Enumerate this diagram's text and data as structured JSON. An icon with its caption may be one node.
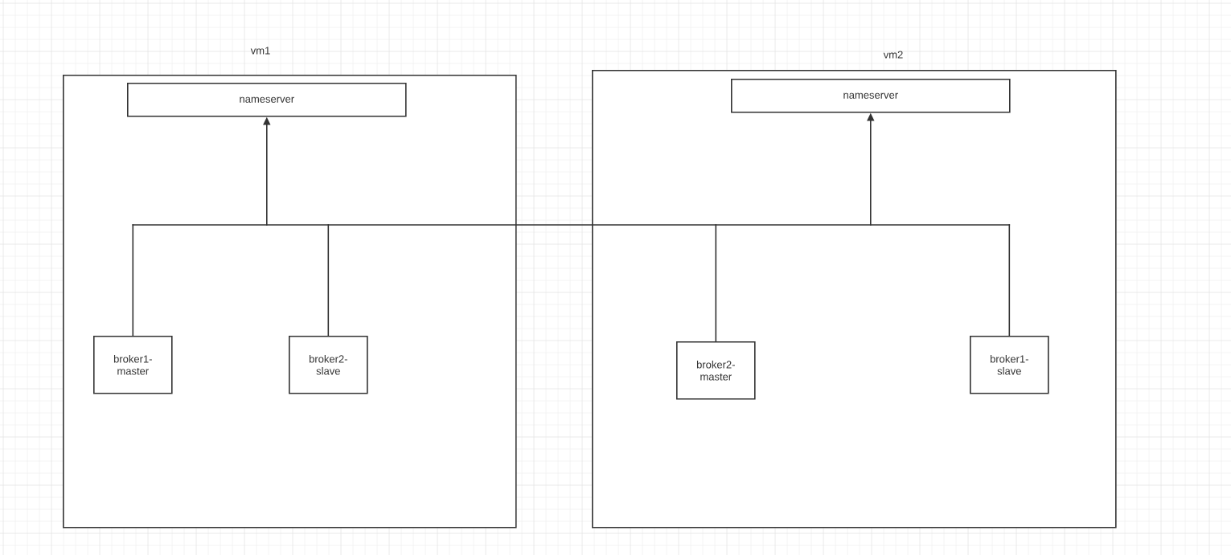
{
  "diagram": {
    "nodes": [
      {
        "text": [
          "vm1"
        ]
      },
      {
        "text": [
          "nameserver"
        ],
        "in": 0
      },
      {
        "text": [
          "broker1- master"
        ],
        "in": 0
      },
      {
        "text": [
          "broker2- slave"
        ],
        "in": 0
      },
      {
        "text": [
          "vm2"
        ]
      },
      {
        "text": [
          "nameserver"
        ],
        "in": 4
      },
      {
        "text": [
          "broker2- master"
        ],
        "in": 4
      },
      {
        "text": [
          "broker1- slave"
        ],
        "in": 4
      }
    ],
    "edges": [
      {
        "from": 2,
        "to": 1,
        "arrow": "to"
      },
      {
        "from": 2,
        "to": 5,
        "arrow": "to"
      },
      {
        "from": 3,
        "to": 1,
        "arrow": "to"
      },
      {
        "from": 3,
        "to": 5,
        "arrow": "to"
      },
      {
        "from": 6,
        "to": 1,
        "arrow": "to"
      },
      {
        "from": 6,
        "to": 5,
        "arrow": "to"
      },
      {
        "from": 7,
        "to": 1,
        "arrow": "to"
      },
      {
        "from": 7,
        "to": 5,
        "arrow": "to"
      }
    ]
  }
}
